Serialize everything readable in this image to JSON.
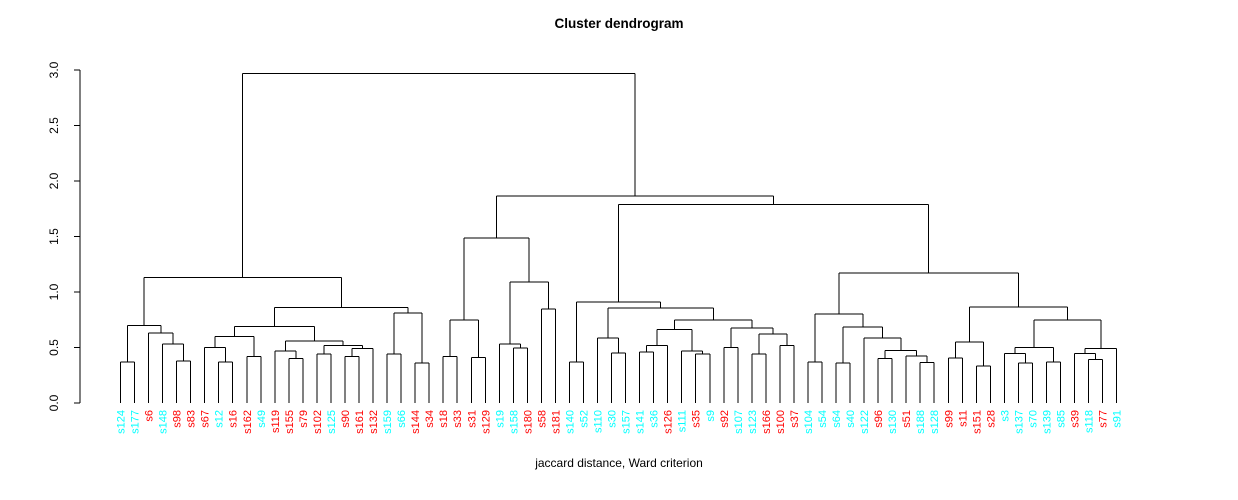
{
  "title": "Cluster dendrogram",
  "xlabel": "jaccard distance, Ward criterion",
  "y_axis": {
    "tick_labels": [
      "0.0",
      "0.5",
      "1.0",
      "1.5",
      "2.0",
      "2.5",
      "3.0"
    ],
    "tick_values": [
      0,
      0.5,
      1.0,
      1.5,
      2.0,
      2.5,
      3.0
    ]
  },
  "palette": {
    "background": "#ffffff",
    "line": "#000000",
    "axis_text": "#000000",
    "red": "#ff0000",
    "cyan": "#00ffff"
  },
  "chart_data": {
    "type": "dendrogram",
    "title": "Cluster dendrogram",
    "xlabel": "jaccard distance, Ward criterion",
    "ylabel": "",
    "ylim": [
      0,
      3.0
    ],
    "grid": false,
    "legend": "none",
    "leaf_order": [
      "s124",
      "s177",
      "s6",
      "s148",
      "s98",
      "s83",
      "s67",
      "s12",
      "s16",
      "s162",
      "s49",
      "s119",
      "s155",
      "s79",
      "s102",
      "s125",
      "s90",
      "s161",
      "s132",
      "s159",
      "s66",
      "s144",
      "s34",
      "s18",
      "s33",
      "s31",
      "s129",
      "s19",
      "s158",
      "s180",
      "s58",
      "s181",
      "s140",
      "s52",
      "s110",
      "s30",
      "s157",
      "s141",
      "s36",
      "s126",
      "s111",
      "s35",
      "s9",
      "s92",
      "s107",
      "s123",
      "s166",
      "s100",
      "s37",
      "s104",
      "s54",
      "s64",
      "s40",
      "s122",
      "s96",
      "s130",
      "s51",
      "s188",
      "s128",
      "s99",
      "s11",
      "s151",
      "s28",
      "s3",
      "s137",
      "s70",
      "s139",
      "s85",
      "s39",
      "s118",
      "s77",
      "s91"
    ],
    "leaf_colors": {
      "s124": "cyan",
      "s177": "cyan",
      "s6": "red",
      "s148": "cyan",
      "s98": "red",
      "s83": "red",
      "s67": "red",
      "s12": "cyan",
      "s16": "red",
      "s162": "red",
      "s49": "cyan",
      "s119": "red",
      "s155": "red",
      "s79": "red",
      "s102": "red",
      "s125": "cyan",
      "s90": "red",
      "s161": "red",
      "s132": "red",
      "s159": "cyan",
      "s66": "cyan",
      "s144": "red",
      "s34": "red",
      "s18": "red",
      "s33": "red",
      "s31": "red",
      "s129": "red",
      "s19": "cyan",
      "s158": "cyan",
      "s180": "red",
      "s58": "red",
      "s181": "red",
      "s140": "cyan",
      "s52": "cyan",
      "s110": "cyan",
      "s30": "cyan",
      "s157": "cyan",
      "s141": "cyan",
      "s36": "cyan",
      "s126": "red",
      "s111": "cyan",
      "s35": "red",
      "s9": "cyan",
      "s92": "red",
      "s107": "cyan",
      "s123": "cyan",
      "s166": "red",
      "s100": "red",
      "s37": "red",
      "s104": "cyan",
      "s54": "cyan",
      "s64": "cyan",
      "s40": "cyan",
      "s122": "cyan",
      "s96": "red",
      "s130": "cyan",
      "s51": "red",
      "s188": "cyan",
      "s128": "cyan",
      "s99": "red",
      "s11": "red",
      "s151": "red",
      "s28": "red",
      "s3": "cyan",
      "s137": "cyan",
      "s70": "cyan",
      "s139": "cyan",
      "s85": "cyan",
      "s39": "red",
      "s118": "cyan",
      "s77": "red",
      "s91": "cyan"
    },
    "merge_tree": [
      2.97,
      [
        1.13,
        [
          0.7,
          [
            0.37,
            "s124",
            "s177"
          ],
          [
            0.63,
            "s6",
            [
              0.53,
              "s148",
              [
                0.38,
                "s98",
                "s83"
              ]
            ]
          ]
        ],
        [
          0.86,
          [
            0.69,
            [
              0.6,
              [
                0.5,
                "s67",
                [
                  0.37,
                  "s12",
                  "s16"
                ]
              ],
              [
                0.42,
                "s162",
                "s49"
              ]
            ],
            [
              0.56,
              [
                0.47,
                "s119",
                [
                  0.4,
                  "s155",
                  "s79"
                ]
              ],
              [
                0.52,
                [
                  0.44,
                  "s102",
                  "s125"
                ],
                [
                  0.49,
                  [
                    0.42,
                    "s90",
                    "s161"
                  ],
                  "s132"
                ]
              ]
            ]
          ],
          [
            0.81,
            [
              0.44,
              "s159",
              "s66"
            ],
            [
              0.36,
              "s144",
              "s34"
            ]
          ]
        ]
      ],
      [
        1.865,
        [
          1.486,
          [
            0.75,
            [
              0.42,
              "s18",
              "s33"
            ],
            [
              0.41,
              "s31",
              "s129"
            ]
          ],
          [
            1.09,
            [
              0.53,
              "s19",
              [
                0.495,
                "s158",
                "s180"
              ]
            ],
            [
              0.845,
              "s58",
              "s181"
            ]
          ]
        ],
        [
          1.79,
          [
            0.91,
            [
              0.37,
              "s140",
              "s52"
            ],
            [
              0.855,
              [
                0.585,
                "s110",
                [
                  0.45,
                  "s30",
                  "s157"
                ]
              ],
              [
                0.75,
                [
                  0.66,
                  [
                    0.52,
                    [
                      0.46,
                      "s141",
                      "s36"
                    ],
                    "s126"
                  ],
                  [
                    0.47,
                    "s111",
                    [
                      0.44,
                      "s35",
                      "s9"
                    ]
                  ]
                ],
                [
                  0.675,
                  [
                    0.5,
                    "s92",
                    "s107"
                  ],
                  [
                    0.62,
                    [
                      0.44,
                      "s123",
                      "s166"
                    ],
                    [
                      0.52,
                      "s100",
                      "s37"
                    ]
                  ]
                ]
              ]
            ]
          ],
          [
            1.17,
            [
              0.8,
              [
                0.37,
                "s104",
                "s54"
              ],
              [
                0.685,
                [
                  0.36,
                  "s64",
                  "s40"
                ],
                [
                  0.585,
                  "s122",
                  [
                    0.475,
                    [
                      0.4,
                      "s96",
                      "s130"
                    ],
                    [
                      0.425,
                      "s51",
                      [
                        0.365,
                        "s188",
                        "s128"
                      ]
                    ]
                  ]
                ]
              ]
            ],
            [
              0.865,
              [
                0.55,
                [
                  0.405,
                  "s99",
                  "s11"
                ],
                [
                  0.335,
                  "s151",
                  "s28"
                ]
              ],
              [
                0.75,
                [
                  0.5,
                  [
                    0.445,
                    "s3",
                    [
                      0.36,
                      "s137",
                      "s70"
                    ]
                  ],
                  [
                    0.37,
                    "s139",
                    "s85"
                  ]
                ],
                [
                  0.49,
                  [
                    0.445,
                    "s39",
                    [
                      0.39,
                      "s118",
                      "s77"
                    ]
                  ],
                  "s91"
                ]
              ]
            ]
          ]
        ]
      ]
    ]
  }
}
